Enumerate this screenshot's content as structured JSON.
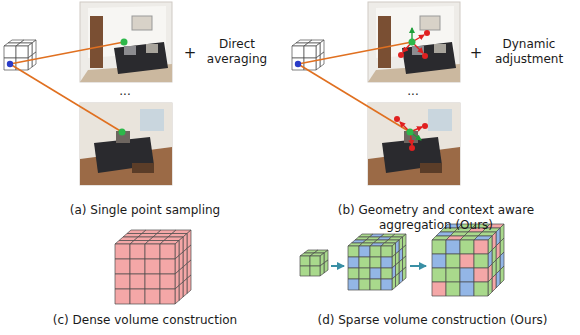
{
  "diagram": {
    "labels": [
      "...",
      "+",
      "Direct averaging",
      "...",
      "+",
      "Dynamic adjustment",
      "(a) Single point sampling",
      "(b) Geometry and context aware aggregation (Ours)",
      "(c) Dense volume construction",
      "(d) Sparse volume construction (Ours)"
    ]
  }
}
